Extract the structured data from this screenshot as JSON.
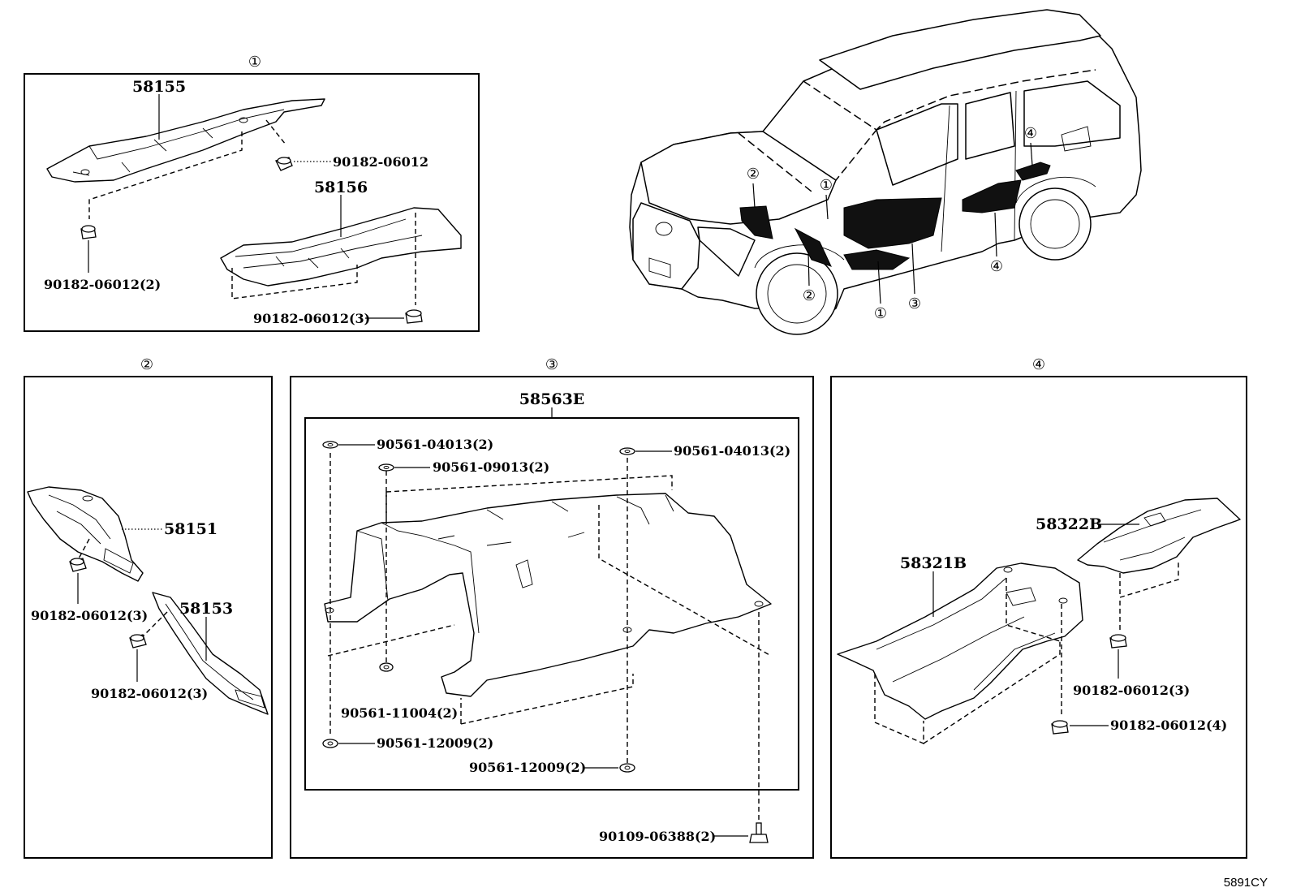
{
  "diagram": {
    "code": "5891CY",
    "groups": [
      {
        "id": "1",
        "marker": "①",
        "parts": [
          {
            "label": "58155"
          },
          {
            "label": "58156"
          }
        ],
        "fasteners": [
          {
            "label": "90182-06012"
          },
          {
            "label": "90182-06012(2)"
          },
          {
            "label": "90182-06012(3)"
          }
        ]
      },
      {
        "id": "2",
        "marker": "②",
        "parts": [
          {
            "label": "58151"
          },
          {
            "label": "58153"
          }
        ],
        "fasteners": [
          {
            "label": "90182-06012(3)"
          },
          {
            "label": "90182-06012(3)"
          }
        ]
      },
      {
        "id": "3",
        "marker": "③",
        "parts": [
          {
            "label": "58563E"
          }
        ],
        "fasteners": [
          {
            "label": "90561-04013(2)"
          },
          {
            "label": "90561-09013(2)"
          },
          {
            "label": "90561-04013(2)"
          },
          {
            "label": "90561-11004(2)"
          },
          {
            "label": "90561-12009(2)"
          },
          {
            "label": "90561-12009(2)"
          },
          {
            "label": "90109-06388(2)"
          }
        ]
      },
      {
        "id": "4",
        "marker": "④",
        "parts": [
          {
            "label": "58322B"
          },
          {
            "label": "58321B"
          }
        ],
        "fasteners": [
          {
            "label": "90182-06012(3)"
          },
          {
            "label": "90182-06012(4)"
          }
        ]
      }
    ],
    "vehicle_callouts": [
      "②",
      "①",
      "②",
      "①",
      "③",
      "④",
      "④"
    ]
  }
}
